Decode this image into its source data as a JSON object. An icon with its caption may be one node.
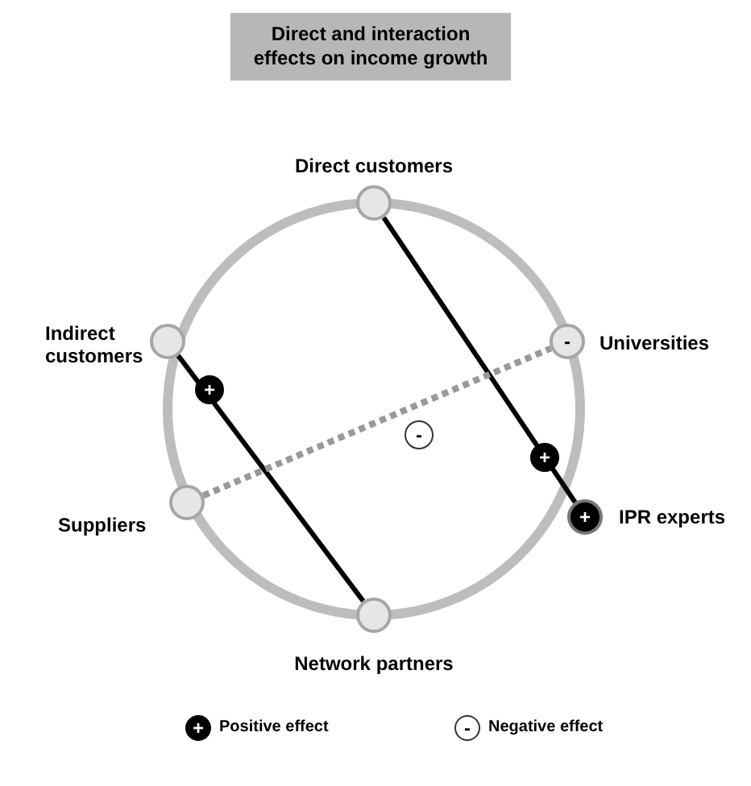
{
  "diagram": {
    "title": "Direct and interaction effects on income growth",
    "nodes": [
      {
        "text": [
          "Direct customers"
        ]
      },
      {
        "text": [
          "Indirect customers"
        ]
      },
      {
        "text": [
          "Universities"
        ]
      },
      {
        "text": [
          "Suppliers"
        ]
      },
      {
        "text": [
          "IPR experts"
        ]
      },
      {
        "text": [
          "Network partners"
        ]
      }
    ],
    "edges": [
      {
        "from": 0,
        "to": 4,
        "arrow": "none"
      },
      {
        "from": 1,
        "to": 5,
        "arrow": "none"
      },
      {
        "from": 3,
        "to": 2,
        "arrow": "none",
        "style": "dashed",
        "color": "#999999"
      }
    ],
    "labels": [
      "-",
      "+",
      "-",
      "+",
      "+",
      "+",
      "-"
    ],
    "legend": [
      {
        "text": "Positive effect"
      },
      {
        "text": "Negative effect"
      }
    ]
  }
}
